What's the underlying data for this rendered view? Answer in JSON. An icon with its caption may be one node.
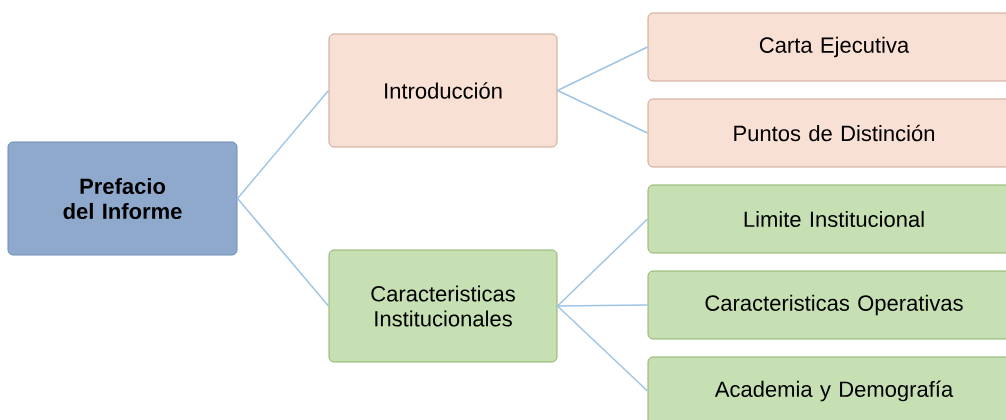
{
  "diagram": {
    "nodes": [
      {
        "text": [
          "Prefacio del Informe"
        ]
      },
      {
        "text": [
          "Introducción"
        ]
      },
      {
        "text": [
          "Caracteristicas Institucionales"
        ]
      },
      {
        "text": [
          "Carta Ejecutiva"
        ]
      },
      {
        "text": [
          "Puntos de Distinción"
        ]
      },
      {
        "text": [
          "Limite Institucional"
        ]
      },
      {
        "text": [
          "Caracteristicas Operativas"
        ]
      },
      {
        "text": [
          "Academia y Demografía"
        ]
      }
    ],
    "edges": [
      {
        "from": 0,
        "to": 1,
        "arrow": "none"
      },
      {
        "from": 0,
        "to": 2,
        "arrow": "none"
      },
      {
        "from": 1,
        "to": 3,
        "arrow": "none"
      },
      {
        "from": 1,
        "to": 4,
        "arrow": "none"
      },
      {
        "from": 2,
        "to": 5,
        "arrow": "none"
      },
      {
        "from": 2,
        "to": 6,
        "arrow": "none"
      },
      {
        "from": 2,
        "to": 7,
        "arrow": "none"
      }
    ]
  }
}
